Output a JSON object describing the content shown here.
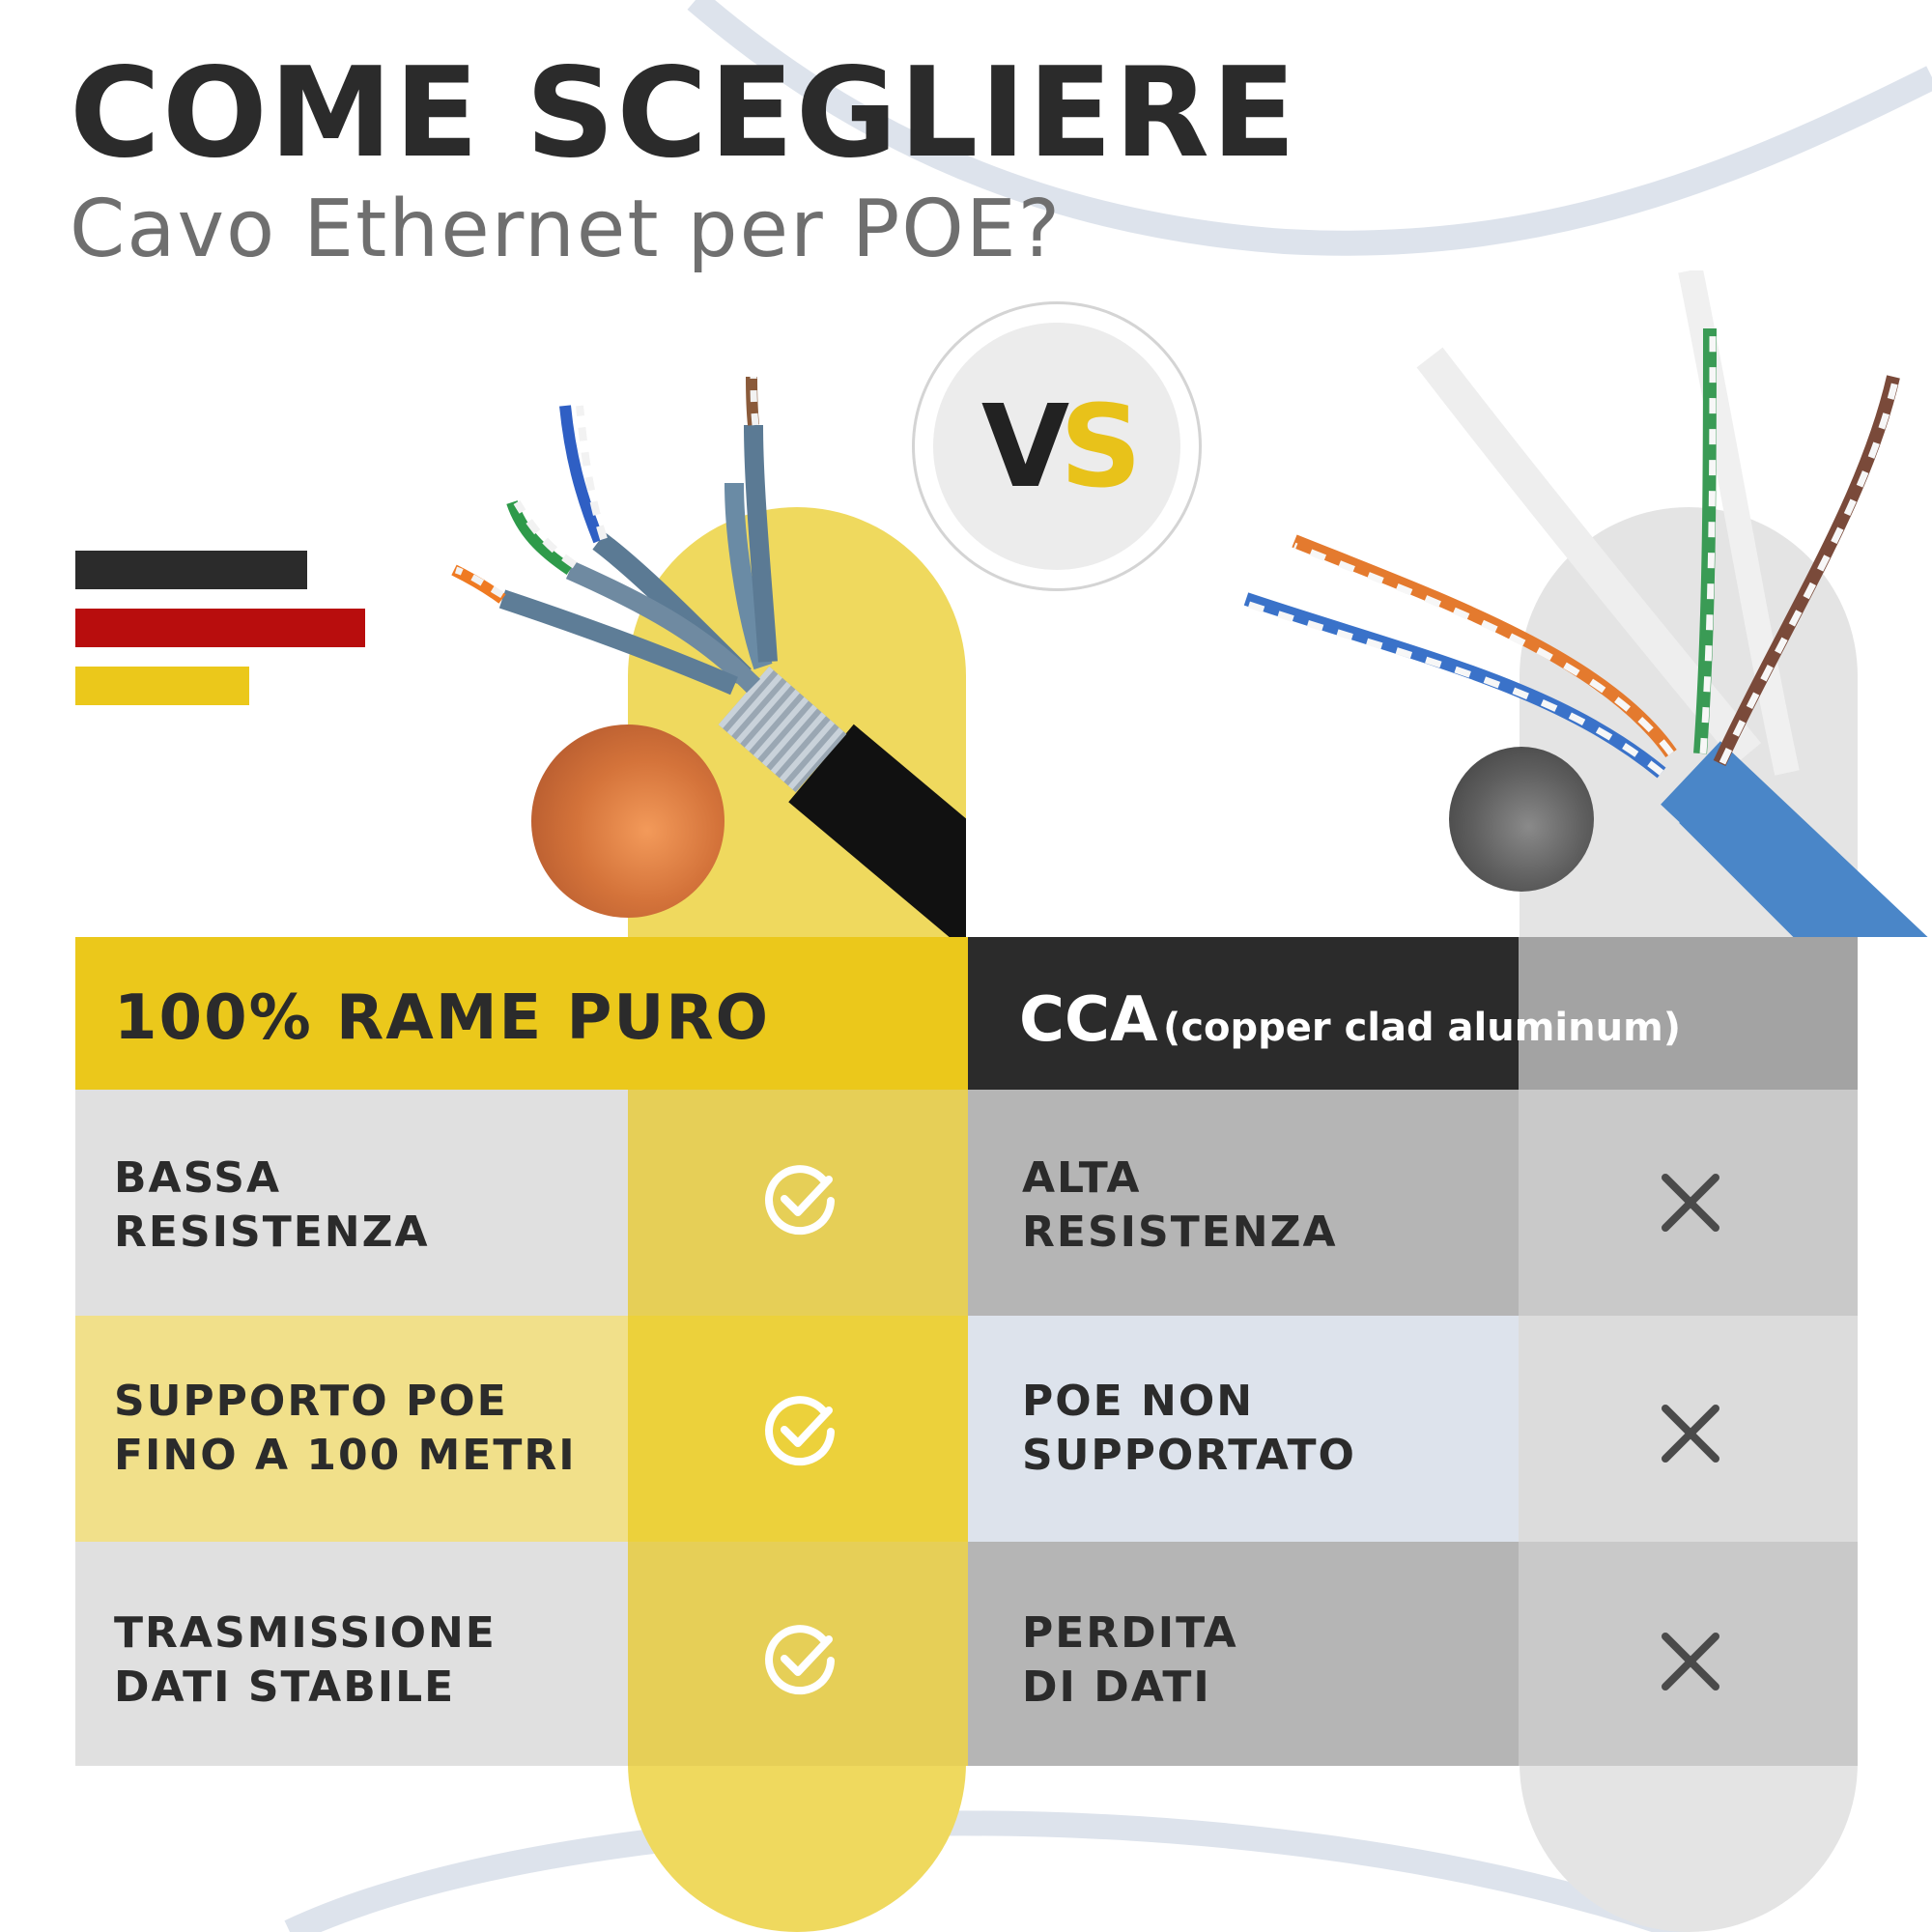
{
  "header": {
    "title": "COME SCEGLIERE",
    "subtitle": "Cavo Ethernet per POE?"
  },
  "badge": {
    "vs_v": "V",
    "vs_s": "S"
  },
  "colors": {
    "brand_yellow": "#ebc81b",
    "flag_black": "#2b2b2b",
    "flag_red": "#b80d0d",
    "flag_yellow": "#ebc81b",
    "copper": "#d4733a",
    "dark_header": "#2b2b2b"
  },
  "columns": {
    "left": {
      "heading": "100% RAME PURO",
      "material_icon": "copper-disc-icon",
      "cable_icon": "shielded-black-cable-icon"
    },
    "right": {
      "heading_main": "CCA",
      "heading_sub": "(copper clad aluminum)",
      "material_icon": "aluminum-disc-icon",
      "cable_icon": "blue-utp-cable-icon"
    }
  },
  "rows": [
    {
      "left": [
        "BASSA",
        "RESISTENZA"
      ],
      "left_icon": "check-circle-icon",
      "right": [
        "ALTA",
        "RESISTENZA"
      ],
      "right_icon": "cross-icon"
    },
    {
      "left": [
        "SUPPORTO POE",
        "FINO A 100 METRI"
      ],
      "left_icon": "check-circle-icon",
      "right": [
        "POE NON",
        "SUPPORTATO"
      ],
      "right_icon": "cross-icon"
    },
    {
      "left": [
        "TRASMISSIONE",
        "DATI STABILE"
      ],
      "left_icon": "check-circle-icon",
      "right": [
        "PERDITA",
        "DI DATI"
      ],
      "right_icon": "cross-icon"
    }
  ]
}
